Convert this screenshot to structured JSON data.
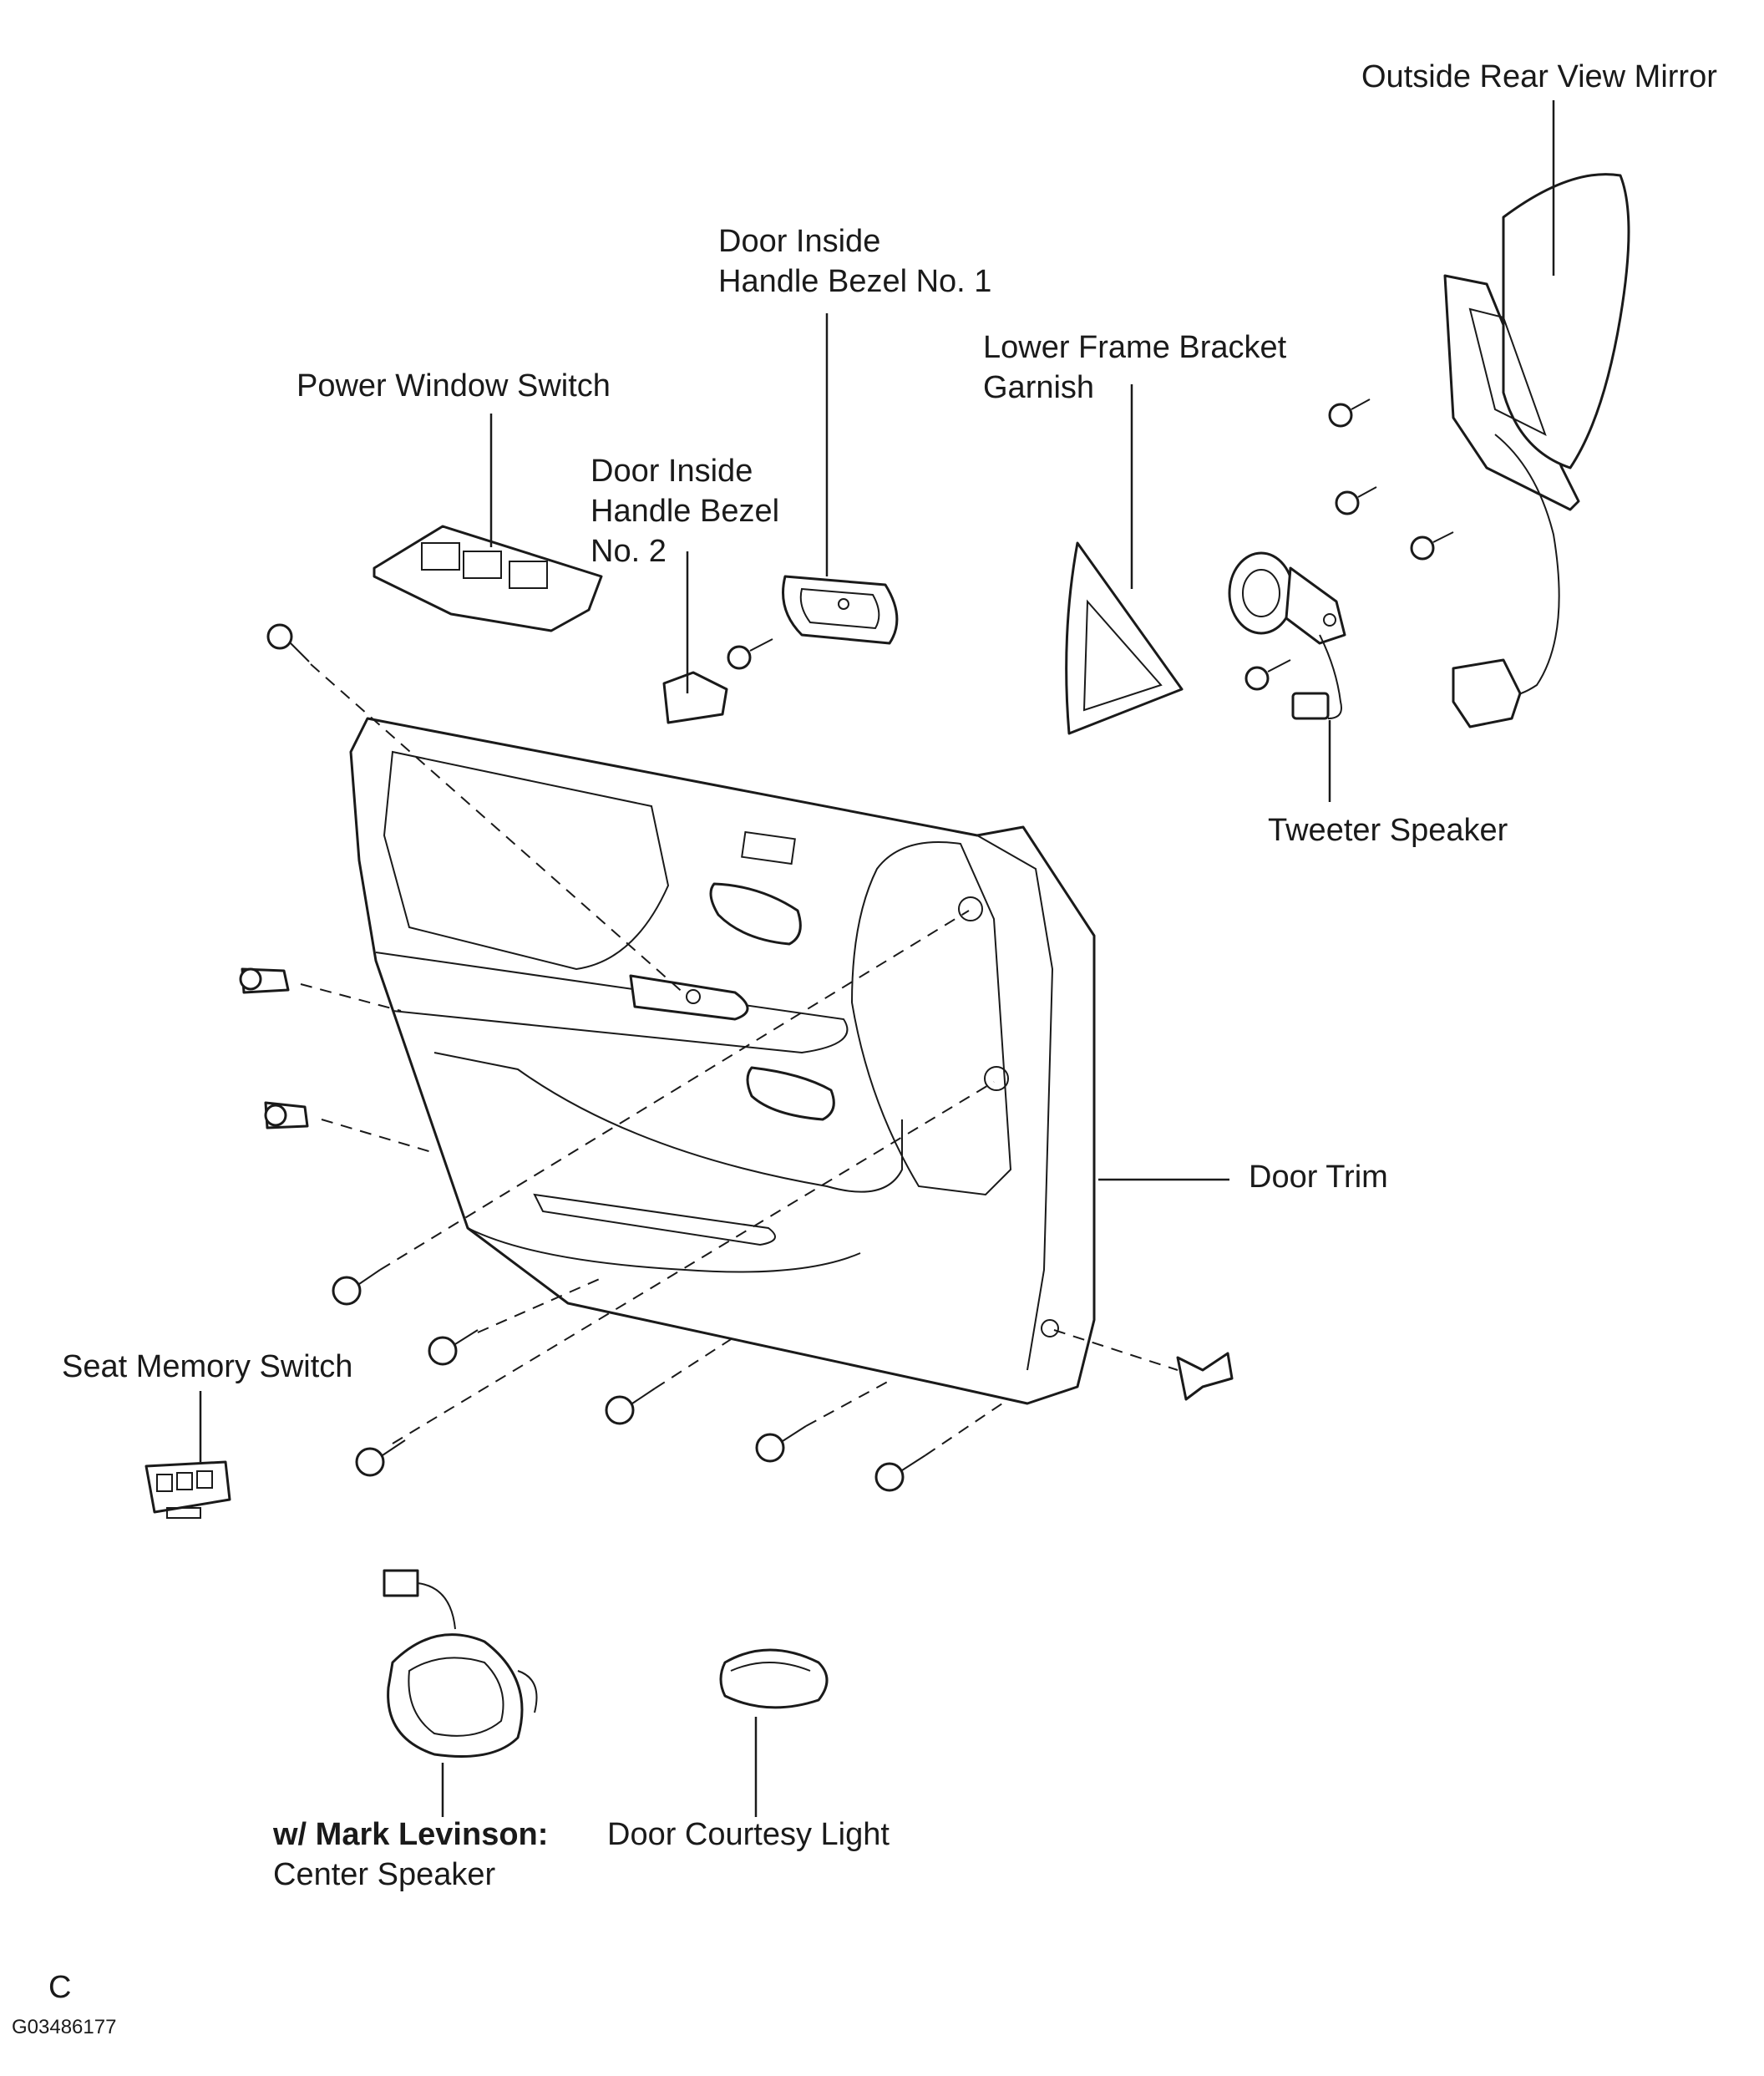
{
  "labels": {
    "outside_rear_view_mirror": "Outside Rear View Mirror",
    "door_inside_handle_bezel_no1": [
      "Door Inside",
      "Handle Bezel No. 1"
    ],
    "lower_frame_bracket_garnish": [
      "Lower Frame Bracket",
      "Garnish"
    ],
    "power_window_switch": "Power Window Switch",
    "door_inside_handle_bezel_no2": [
      "Door Inside",
      "Handle Bezel",
      "No. 2"
    ],
    "tweeter_speaker": "Tweeter Speaker",
    "door_trim": "Door Trim",
    "seat_memory_switch": "Seat Memory Switch",
    "center_speaker_prefix": "w/ Mark Levinson:",
    "center_speaker": "Center Speaker",
    "door_courtesy_light": "Door Courtesy Light"
  },
  "corner_letter": "C",
  "figure_code": "G03486177"
}
